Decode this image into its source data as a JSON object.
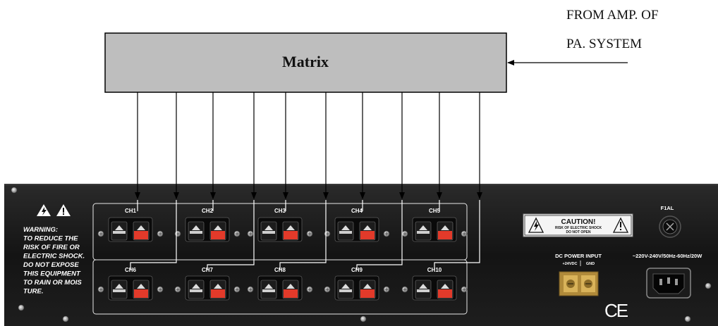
{
  "matrix": {
    "label": "Matrix"
  },
  "source": {
    "line1": "FROM AMP. OF",
    "line2": "PA. SYSTEM"
  },
  "channels": [
    {
      "label": "CH1"
    },
    {
      "label": "CH2"
    },
    {
      "label": "CH3"
    },
    {
      "label": "CH4"
    },
    {
      "label": "CH5"
    },
    {
      "label": "CH6"
    },
    {
      "label": "CH7"
    },
    {
      "label": "CH8"
    },
    {
      "label": "CH9"
    },
    {
      "label": "CH10"
    }
  ],
  "warning": {
    "lines": [
      "WARNING:",
      "TO REDUCE THE",
      "RISK OF FIRE OR",
      "ELECTRIC SHOCK.",
      "DO NOT EXPOSE",
      "THIS EQUIPMENT",
      "TO RAIN OR MOIS",
      "TURE."
    ]
  },
  "caution": {
    "title": "CAUTION!",
    "line1": "RISK OF ELECTRIC SHOCK",
    "line2": "DO NOT OPEN"
  },
  "fuse": {
    "label": "F1AL"
  },
  "dc_power": {
    "title": "DC POWER INPUT",
    "plus": "+24VDC",
    "gnd": "GND"
  },
  "ac_power": {
    "rating": "~220V-240V/50Hz-60Hz/20W"
  },
  "ce_mark": {
    "text": "CE"
  },
  "colors": {
    "matrix_fill": "#bebebe",
    "panel": "#141414",
    "red_terminal": "#e23a2a",
    "line": "#000000",
    "white_wire": "#ffffff"
  }
}
